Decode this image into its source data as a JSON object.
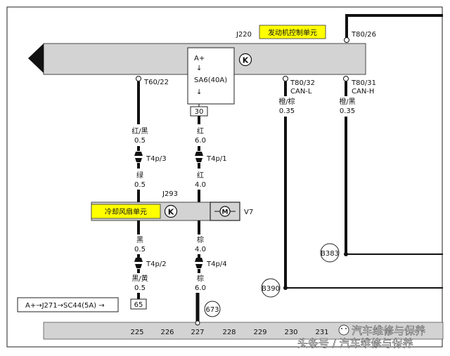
{
  "components": {
    "ecu": {
      "code": "J220",
      "name": "发动机控制单元"
    },
    "internal_fuse": {
      "supply": "A+",
      "name": "SA6(40A)"
    },
    "fan_unit": {
      "code": "J293",
      "name": "冷却风扇单元"
    },
    "fan_motor": {
      "code": "V7"
    }
  },
  "glyphs": {
    "down_arrow": "↓",
    "k": "K",
    "m": "M"
  },
  "pins": {
    "t80_26": "T80/26",
    "t60_22": "T60/22",
    "t80_32": "T80/32",
    "can_l": "CAN-L",
    "t80_31": "T80/31",
    "can_h": "CAN-H"
  },
  "terminals": {
    "t30": "30",
    "t65": "65"
  },
  "wires": {
    "w1": {
      "color": "红/黑",
      "size": "0.5"
    },
    "w2": {
      "color": "绿",
      "size": "0.5"
    },
    "w3": {
      "color": "红",
      "size": "6.0"
    },
    "w4": {
      "color": "红",
      "size": "4.0"
    },
    "w5": {
      "color": "黑",
      "size": "0.5"
    },
    "w6": {
      "color": "黑/黄",
      "size": "0.5"
    },
    "w7": {
      "color": "棕",
      "size": "4.0"
    },
    "w8": {
      "color": "棕",
      "size": "6.0"
    },
    "w9": {
      "color": "橙/棕",
      "size": "0.35"
    },
    "w10": {
      "color": "橙/黑",
      "size": "0.35"
    }
  },
  "connectors": {
    "c1": "T4p/3",
    "c2": "T4p/1",
    "c3": "T4p/2",
    "c4": "T4p/4"
  },
  "points": {
    "p673": "673",
    "b390": "B390",
    "b383": "B383"
  },
  "supply_note": "A+→J271→SC44(5A) →",
  "grid_numbers": [
    "225",
    "226",
    "227",
    "228",
    "229",
    "230",
    "231"
  ],
  "watermark": {
    "top": "汽车维修与保养",
    "bottom": "头条号 / 汽车维修与保养"
  }
}
